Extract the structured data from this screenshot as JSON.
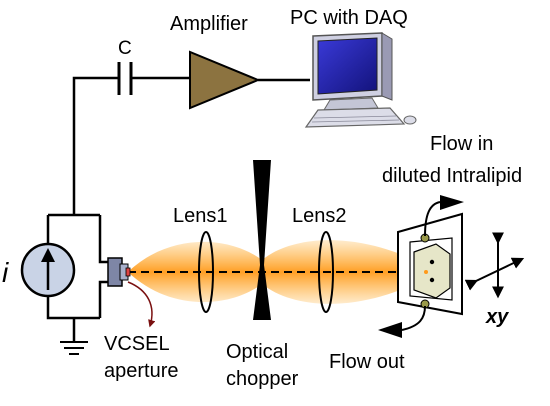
{
  "labels": {
    "capacitor": "C",
    "amplifier": "Amplifier",
    "pc": "PC with DAQ",
    "flow_in_line1": "Flow in",
    "flow_in_line2": "diluted Intralipid",
    "lens1": "Lens1",
    "lens2": "Lens2",
    "current_source": "i",
    "vcsel_line1": "VCSEL",
    "vcsel_line2": "aperture",
    "chopper_line1": "Optical",
    "chopper_line2": "chopper",
    "flow_out": "Flow out",
    "stage_axes": "xy"
  },
  "colors": {
    "amplifier_fill": "#8c7340",
    "beam_core": "#ffc04a",
    "beam_edge": "#ff9a1a",
    "monitor_frame": "#d0d0e0",
    "screen": "#1e1ea8",
    "aperture_arrow": "#7a1010",
    "chip": "#e6e6c8"
  }
}
